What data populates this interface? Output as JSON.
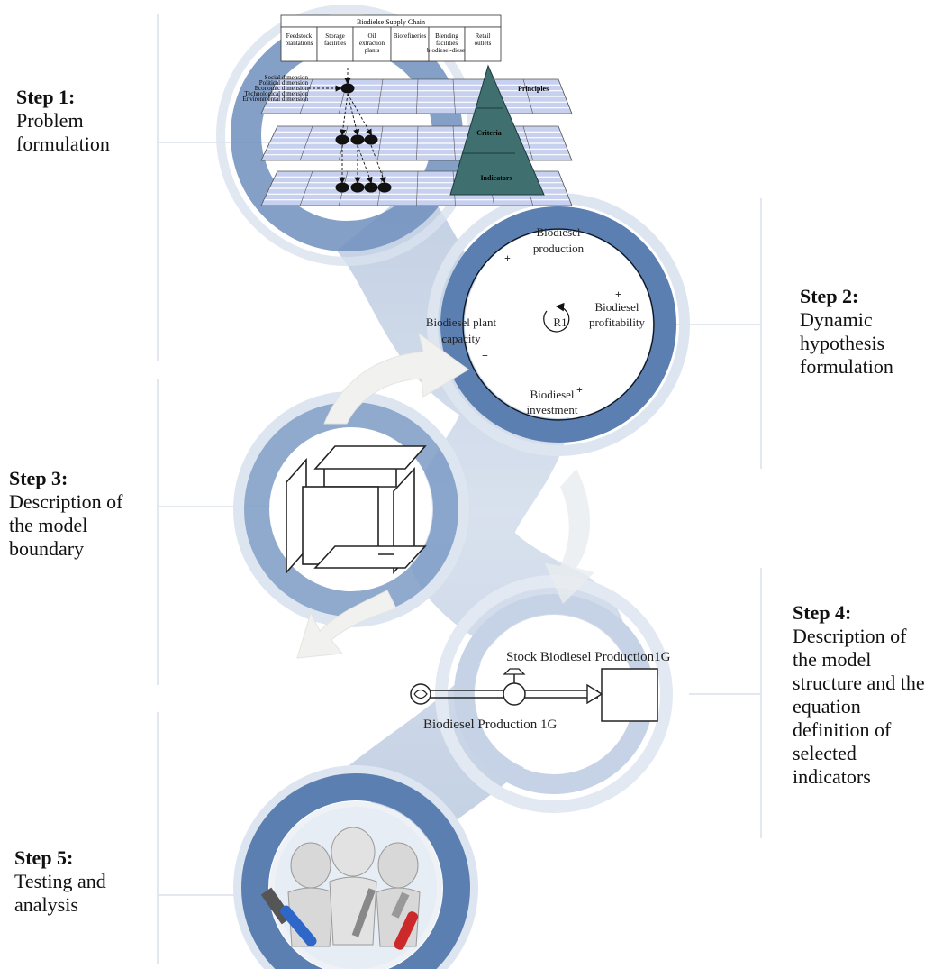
{
  "steps": [
    {
      "label": "Step 1:",
      "desc": "Problem\nformulation"
    },
    {
      "label": "Step 2:",
      "desc": "Dynamic\nhypothesis\nformulation"
    },
    {
      "label": "Step 3:",
      "desc": "Description of\nthe model\nboundary"
    },
    {
      "label": "Step 4:",
      "desc": "Description of\nthe model\nstructure and the\nequation\ndefinition of\nselected\nindicators"
    },
    {
      "label": "Step 5:",
      "desc": "Testing and\nanalysis"
    }
  ],
  "supply_chain": {
    "title": "Biodielse Supply Chain",
    "stages": [
      "Feedstock plantations",
      "Storage facilities",
      "Oil extraction plants",
      "Biorefineries",
      "Blending facilities biodiesel-diesel",
      "Retail outlets"
    ],
    "dimensions": [
      "Social dimension",
      "Political dimension",
      "Economic dimension",
      "Technological dimension",
      "Environmental dimension"
    ],
    "pyramid": [
      "Principles",
      "Criteria",
      "Indicators"
    ]
  },
  "causal_loop": {
    "loop_id": "R1",
    "nodes": [
      "Biodiesel production",
      "Biodiesel profitability",
      "Biodiesel investment",
      "Biodiesel plant capacity"
    ],
    "polarity": "+"
  },
  "stock_flow": {
    "stock": "Stock Biodiesel Production1G",
    "flow": "Biodiesel Production 1G"
  },
  "colors": {
    "ring_blue": "#5b7fb0",
    "ring_light": "#c9d5e6",
    "pyramid": "#3f6f6f",
    "grid_fill": "#b8c3e8",
    "tool_blue": "#2f67c8",
    "tool_red": "#cc2a2a"
  },
  "icons": [
    "cloud-source-icon",
    "valve-icon",
    "figures-with-tools-icon"
  ]
}
